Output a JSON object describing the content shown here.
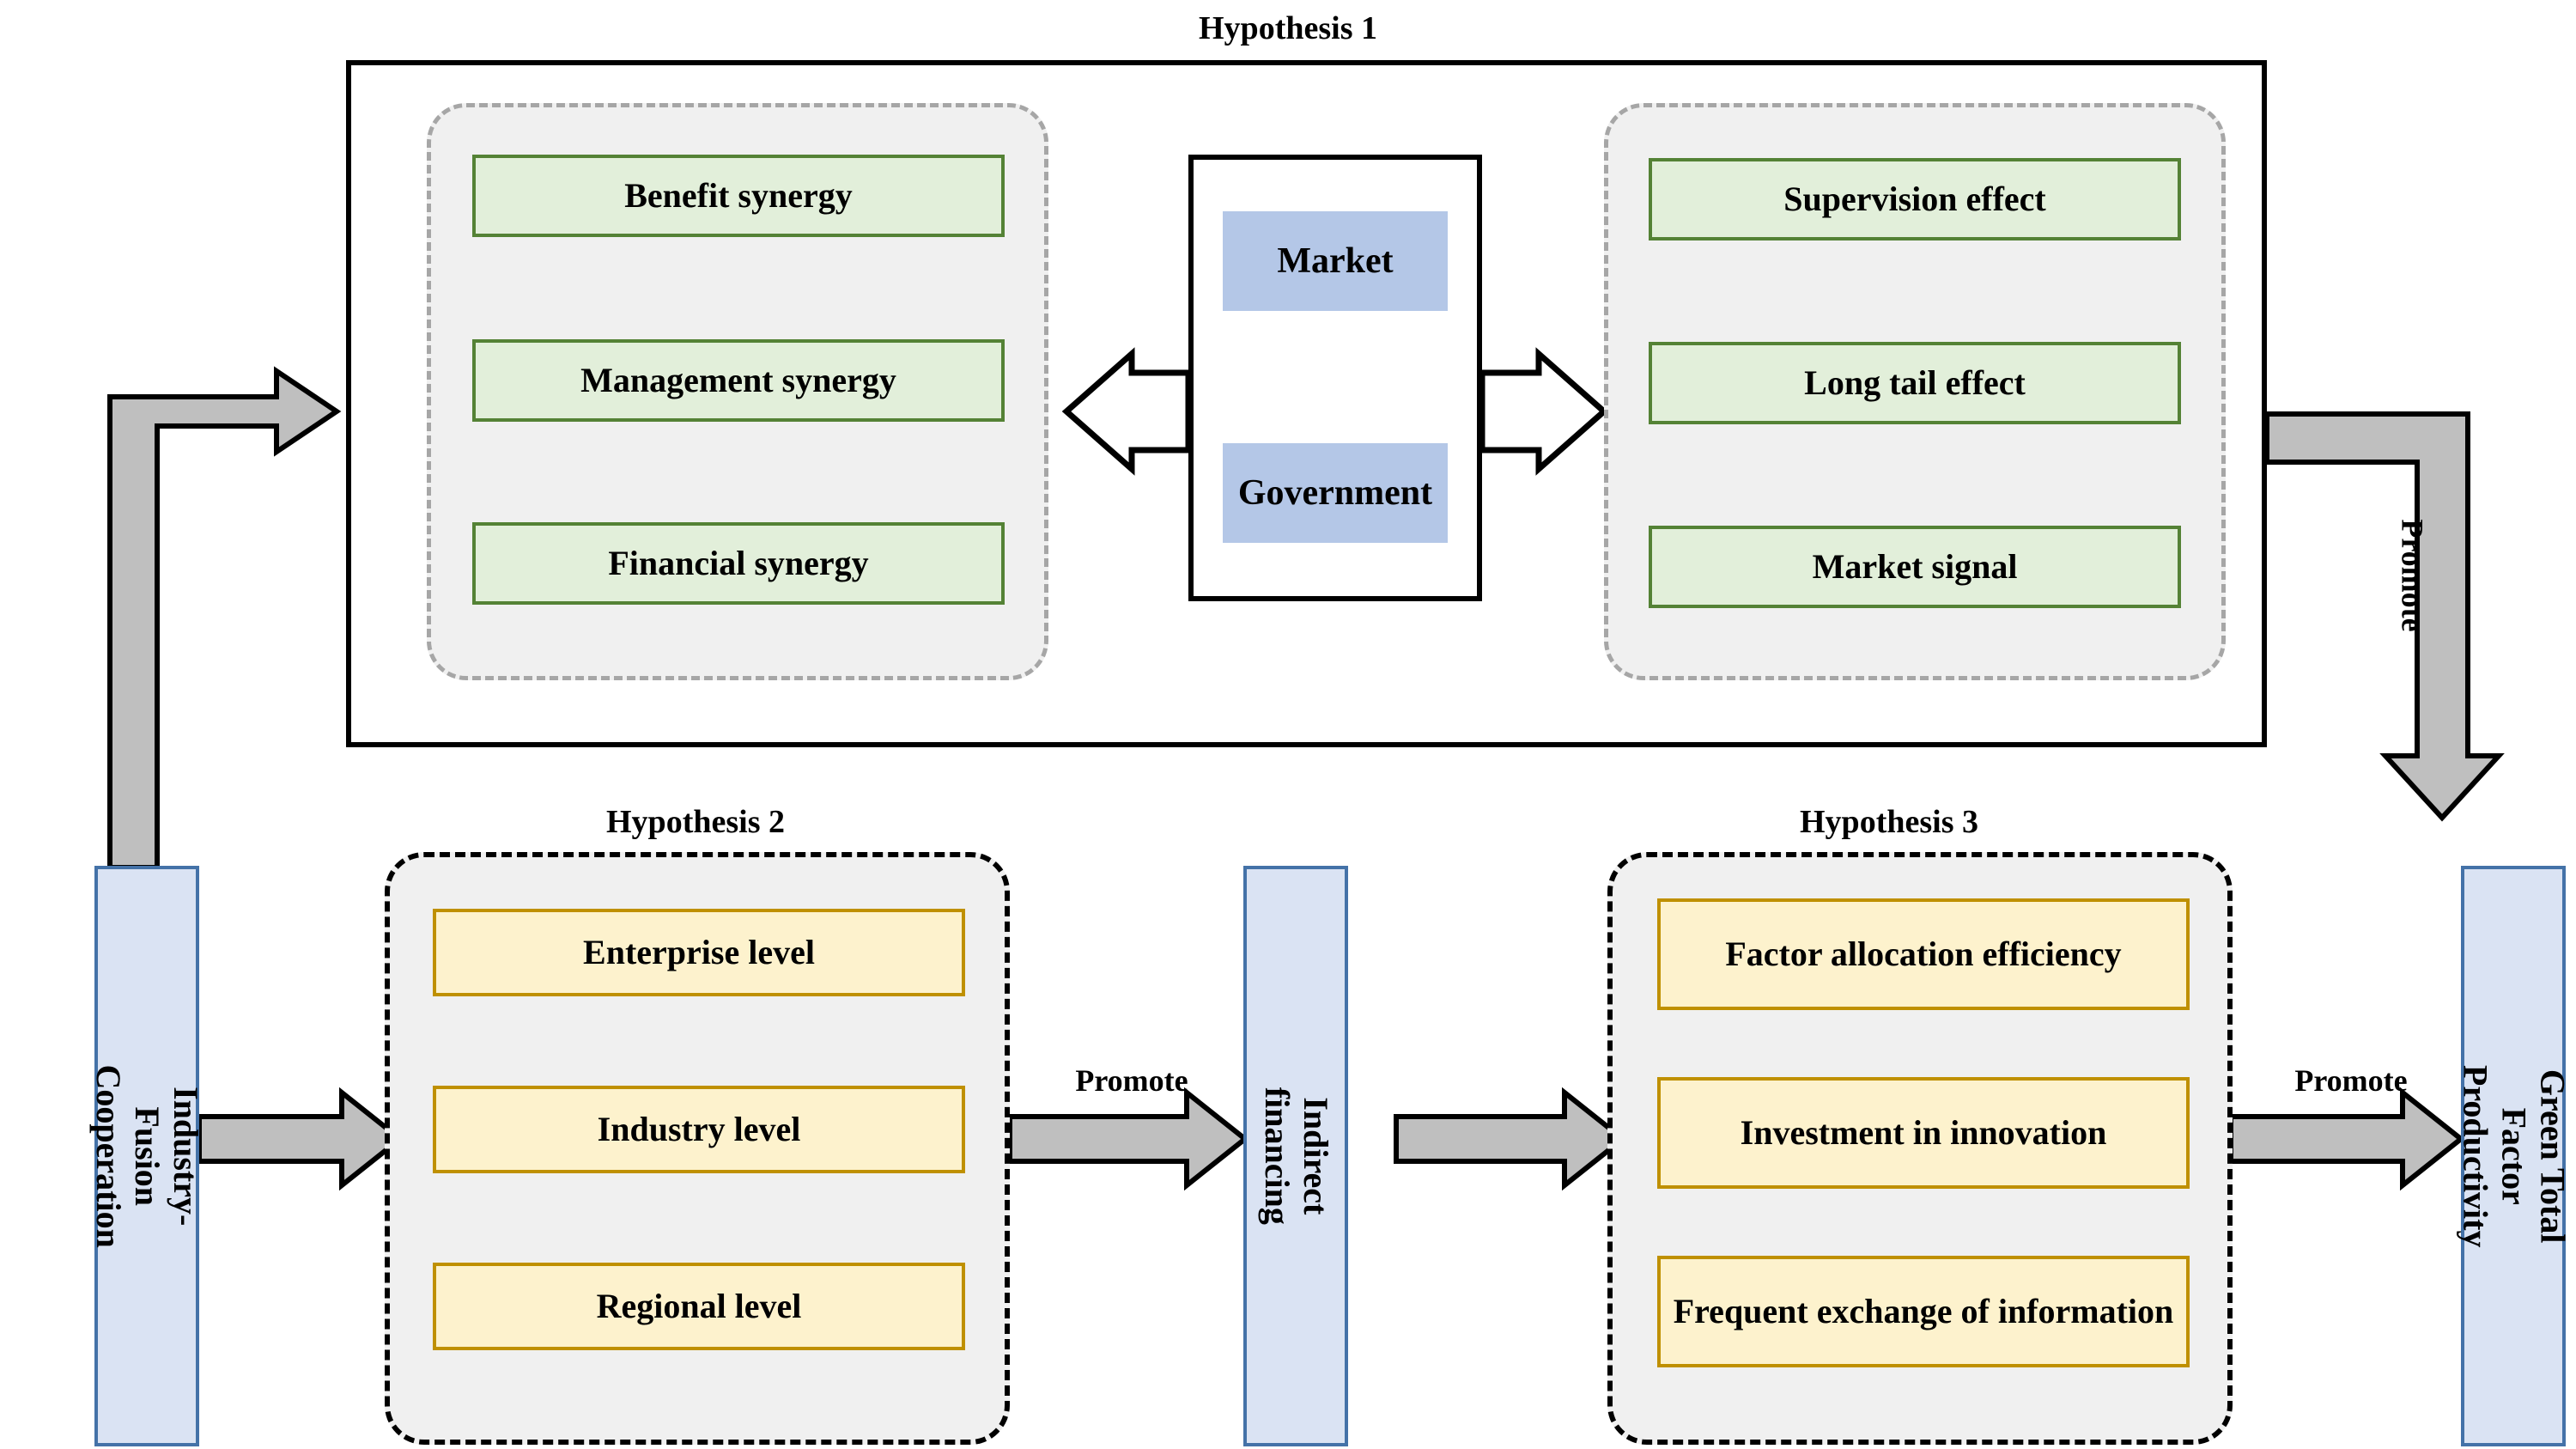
{
  "diagram": {
    "title_h1": "Hypothesis 1",
    "title_h2": "Hypothesis 2",
    "title_h3": "Hypothesis 3",
    "colors": {
      "green_fill": "#e2efda",
      "green_border": "#548235",
      "yellow_fill": "#fdf2cd",
      "yellow_border": "#bf9000",
      "blue_fill": "#dae3f3",
      "blue_border": "#4472a8",
      "band_blue": "#b4c7e7",
      "group_grey": "#f0f0f0",
      "dashed_light": "#a6a6a6",
      "arrow_grey": "#bfbfbf",
      "green_arrow": "#92d050",
      "outline": "#000000"
    },
    "hypothesis1": {
      "left_group": {
        "items": [
          "Benefit synergy",
          "Management synergy",
          "Financial synergy"
        ]
      },
      "center": {
        "top_band": "Market",
        "bottom_band": "Government"
      },
      "right_group": {
        "items": [
          "Supervision effect",
          "Long tail effect",
          "Market signal"
        ]
      }
    },
    "hypothesis2": {
      "items": [
        "Enterprise level",
        "Industry level",
        "Regional level"
      ]
    },
    "hypothesis3": {
      "items": [
        "Factor allocation efficiency",
        "Investment in innovation",
        "Frequent exchange of information"
      ]
    },
    "pillars": {
      "left": "Industry-Fusion\nCooperation",
      "middle": "Indirect financing",
      "right": "Green Total Factor\nProductivity"
    },
    "edge_labels": {
      "promote_right_vertical": "Promote",
      "promote_h2_to_financing": "Promote",
      "promote_h3_to_gtfp": "Promote"
    }
  }
}
